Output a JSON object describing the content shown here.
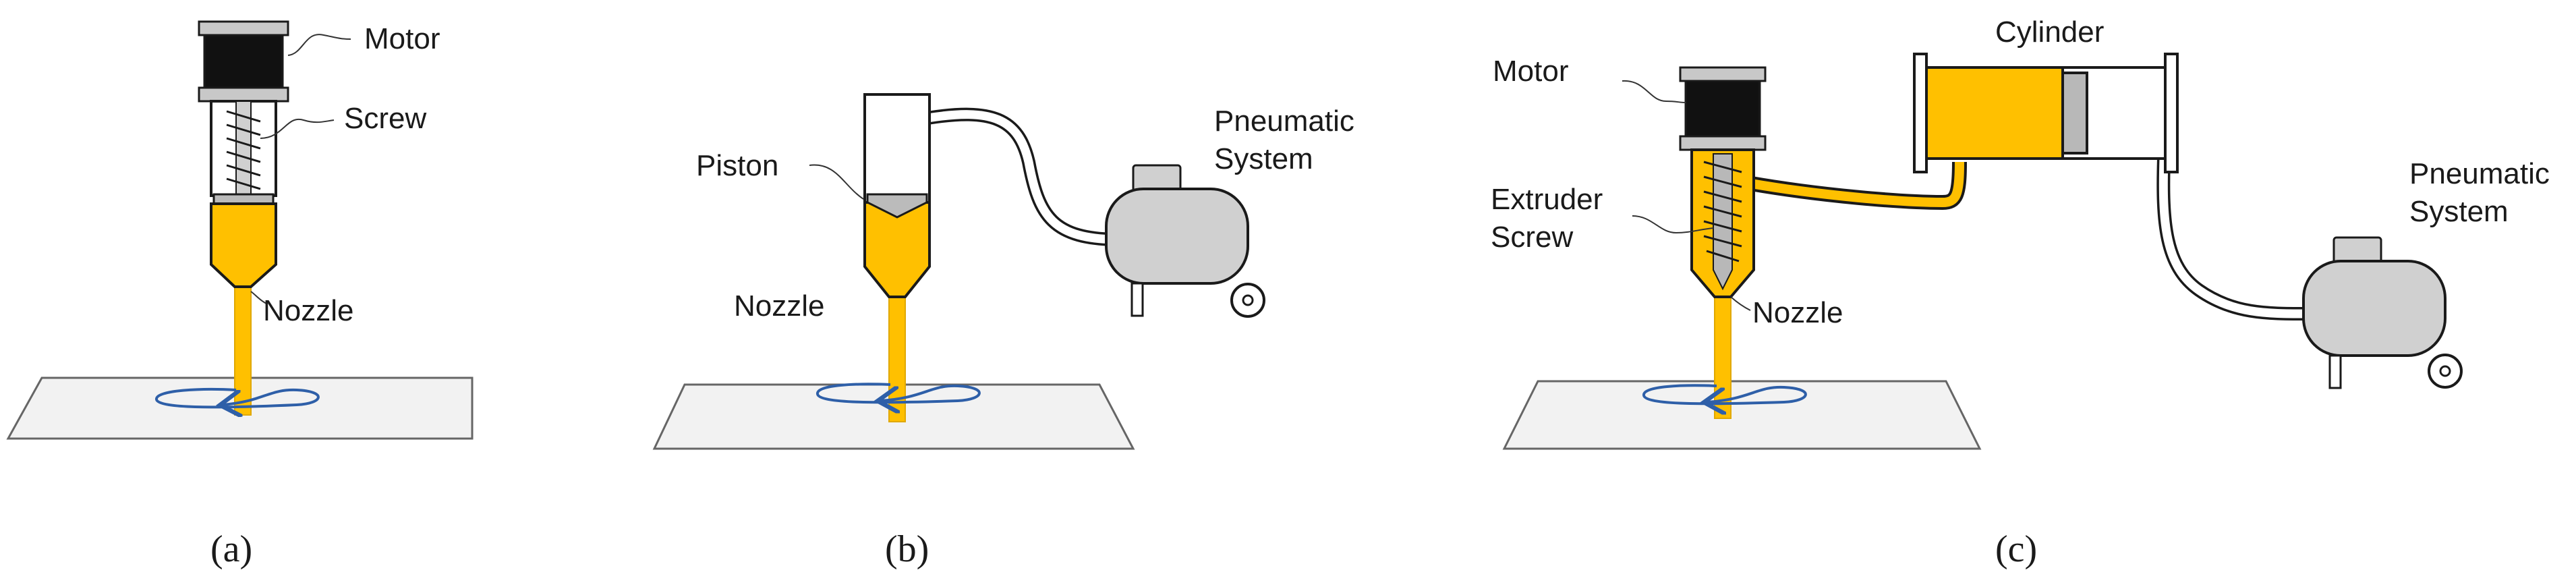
{
  "colors": {
    "material": "#FFC000",
    "material_edge": "#E0A800",
    "outline": "#1a1a1a",
    "motor": "#111111",
    "compressor": "#D0D0D0",
    "screw": "#B8B8B8",
    "path": "#2E5FA8",
    "plate": "#F2F2F2"
  },
  "panels": [
    {
      "caption": "(a)",
      "labels": {
        "motor": "Motor",
        "screw": "Screw",
        "nozzle": "Nozzle"
      }
    },
    {
      "caption": "(b)",
      "labels": {
        "piston": "Piston",
        "nozzle": "Nozzle",
        "pneumatic_line1": "Pneumatic",
        "pneumatic_line2": "System"
      }
    },
    {
      "caption": "(c)",
      "labels": {
        "motor": "Motor",
        "cylinder": "Cylinder",
        "extruder_line1": "Extruder",
        "extruder_line2": "Screw",
        "nozzle": "Nozzle",
        "pneumatic_line1": "Pneumatic",
        "pneumatic_line2": "System"
      }
    }
  ]
}
